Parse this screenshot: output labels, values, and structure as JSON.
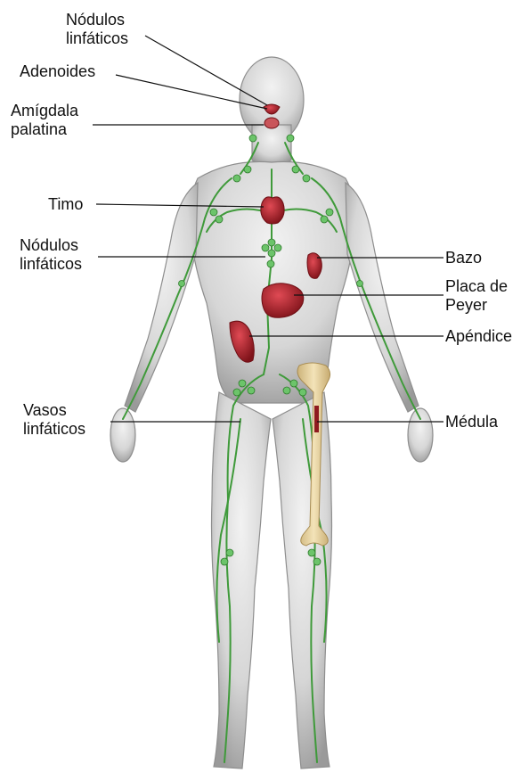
{
  "labels": {
    "nodulos_head": {
      "line1": "Nódulos",
      "line2": "linfáticos"
    },
    "adenoides": "Adenoides",
    "amigdala": {
      "line1": "Amígdala",
      "line2": "palatina"
    },
    "timo": "Timo",
    "nodulos_chest": {
      "line1": "Nódulos",
      "line2": "linfáticos"
    },
    "bazo": "Bazo",
    "placa": {
      "line1": "Placa de",
      "line2": "Peyer"
    },
    "apendice": "Apéndice",
    "vasos": {
      "line1": "Vasos",
      "line2": "linfáticos"
    },
    "medula": "Médula"
  },
  "colors": {
    "body_skin": "#d6d6d6",
    "body_shadow": "#9a9a9a",
    "lymph_vessel": "#3f9a3a",
    "lymph_node": "#6cc46a",
    "organ_red": "#b3262f",
    "bone": "#e6cf9a",
    "leader_line": "#111111"
  }
}
